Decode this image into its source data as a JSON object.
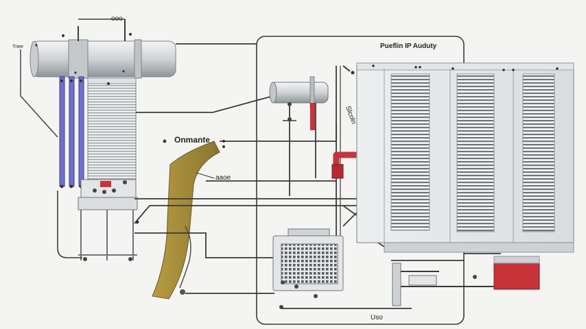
{
  "labels": {
    "top": "ooo",
    "tank_side": "Tnee",
    "panel_title": "Pueflin IP Auduty",
    "vertical_pipe": "Slcoln",
    "condensate": "Onmante",
    "belt": "aaoe",
    "bottom": "Uso"
  },
  "colors": {
    "background": "#f4f4f2",
    "line": "#3a3a3a",
    "steel": "#d9dcdf",
    "steel_dark": "#8e9498",
    "tube_blue": "#6f6fd0",
    "accent_red": "#c8333a",
    "belt_olive": "#a08a3a"
  }
}
